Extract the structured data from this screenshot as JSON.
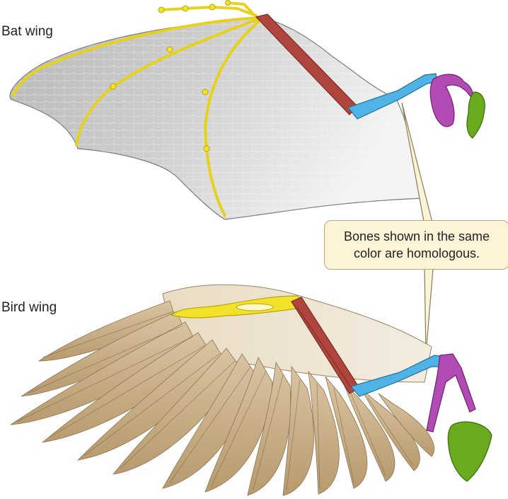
{
  "labels": {
    "bat": "Bat wing",
    "bird": "Bird wing"
  },
  "callout": {
    "line1": "Bones shown in the same",
    "line2": "color are homologous."
  },
  "colors": {
    "digits": "#f2e22a",
    "radius_ulna": "#b0453e",
    "humerus": "#4fb3e6",
    "shoulder": "#a44aa8",
    "scapula": "#6aaa1e",
    "bat_membrane": "#c9c9c9",
    "feathers": "#c9ad84",
    "callout_fill": "#fdf4d8"
  },
  "icons": [
    "bat-wing-illustration",
    "bird-wing-illustration"
  ]
}
